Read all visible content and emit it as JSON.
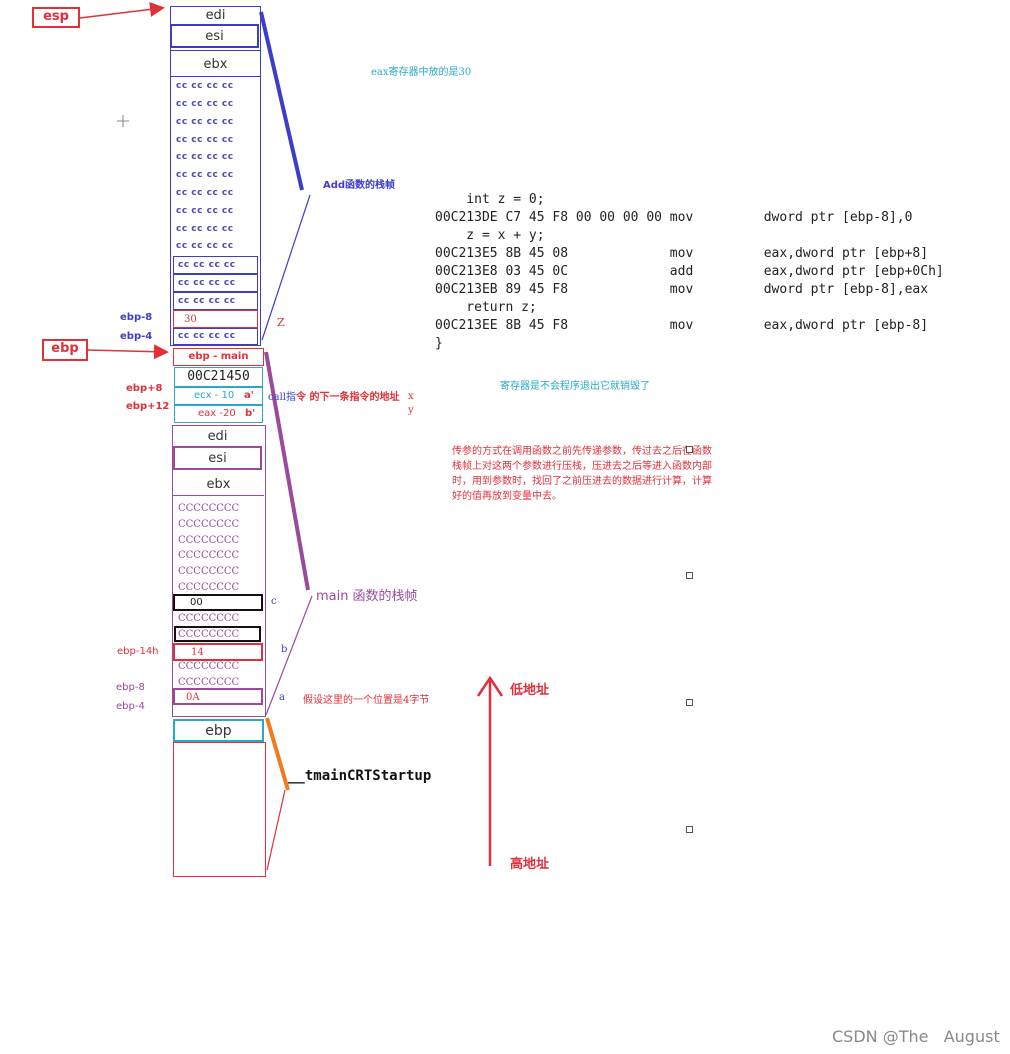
{
  "labels": {
    "esp": "esp",
    "ebp": "ebp",
    "ebp_minus8_top": "ebp-8",
    "ebp_minus4_top": "ebp-4",
    "ebp_plus8": "ebp+8",
    "ebp_plus12": "ebp+12",
    "ebp_14h": "ebp-14h",
    "ebp_minus8_bottom": "ebp-8",
    "ebp_minus4_bottom": "ebp-4"
  },
  "add_frame": {
    "edi": "edi",
    "esi": "esi",
    "ebx": "ebx",
    "cc_row": "cc cc cc cc",
    "z_value": "30",
    "z_side": "Z",
    "title": "Add函数的栈帧"
  },
  "boundary": {
    "ebp_main": "ebp - main",
    "ret_addr": "00C21450",
    "arg_a": "ecx - 10",
    "arg_a_tag": "a'",
    "arg_b": "eax -20",
    "arg_b_tag": "b'",
    "call_note_prefix": "call指",
    "call_note_bold": "令 的下一条指令的地址",
    "x": "x",
    "y": "y"
  },
  "main_frame": {
    "edi": "edi",
    "esi": "esi",
    "ebx": "ebx",
    "cc_row": "CCCCCCCC",
    "c_value": "00",
    "b_value": "14",
    "a_value": "0A",
    "c_side": "c",
    "b_side": "b",
    "a_side": "a",
    "title_main": "main",
    "title_rest": "函数的栈帧",
    "note_4bytes": "假设这里的一个位置是4字节"
  },
  "startup": {
    "ebp": "ebp",
    "label": "__tmainCRTStartup"
  },
  "code": {
    "lines": [
      "    int z = 0;",
      "00C213DE C7 45 F8 00 00 00 00 mov         dword ptr [ebp-8],0",
      "    z = x + y;",
      "00C213E5 8B 45 08             mov         eax,dword ptr [ebp+8]",
      "00C213E8 03 45 0C             add         eax,dword ptr [ebp+0Ch]",
      "00C213EB 89 45 F8             mov         dword ptr [ebp-8],eax",
      "    return z;",
      "00C213EE 8B 45 F8             mov         eax,dword ptr [ebp-8]",
      "}"
    ]
  },
  "notes": {
    "eax_note": "eax寄存器中放的是30",
    "register_note": "寄存器是不会程序退出它就销毁了",
    "param_note": [
      "传参的方式在调用函数之前先传递参数，传过去之后在函数",
      "栈帧上对这两个参数进行压栈，压进去之后等进入函数内部",
      "时，用到参数时，找回了之前压进去的数据进行计算，计算",
      "好的值再放到变量中去。"
    ]
  },
  "axis": {
    "low": "低地址",
    "high": "高地址"
  },
  "watermark": "CSDN @The   August",
  "colors": {
    "red": "#e0303a",
    "blue": "#3d3dc8",
    "purple": "#9b4a9b",
    "cyan": "#2aa8c8",
    "orange": "#f07a20",
    "black": "#111111"
  }
}
